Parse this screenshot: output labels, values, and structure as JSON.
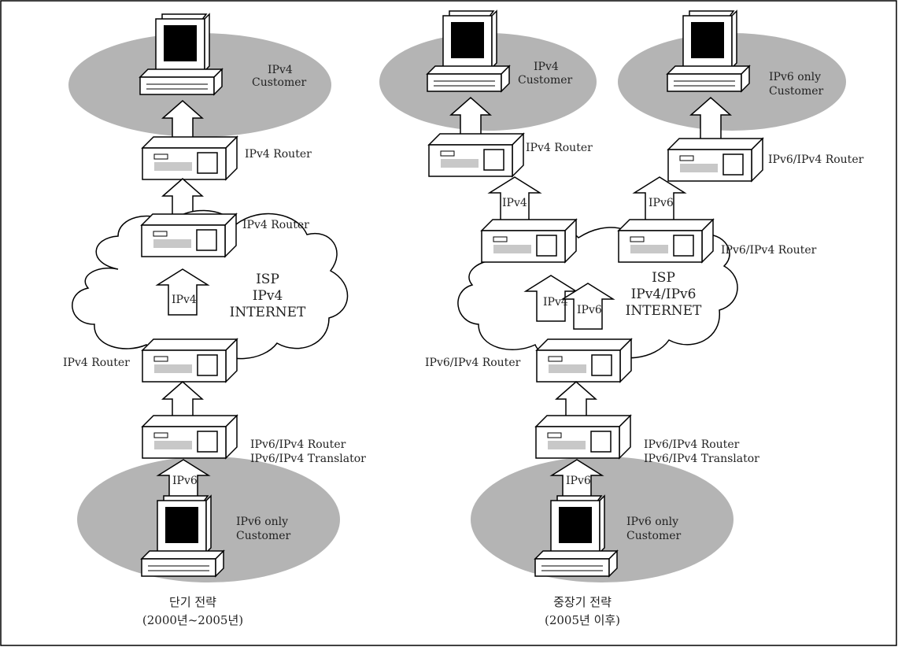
{
  "left": {
    "customer_top": [
      "IPv4",
      "Customer"
    ],
    "router_top": "IPv4 Router",
    "router_isp_top": "IPv4 Router",
    "isp": [
      "ISP",
      "IPv4",
      "INTERNET"
    ],
    "arrow_isp": "IPv4",
    "router_isp_bottom": "IPv4 Router",
    "router_bottom": [
      "IPv6/IPv4 Router",
      "IPv6/IPv4 Translator"
    ],
    "arrow_bottom": "IPv6",
    "customer_bottom": [
      "IPv6 only",
      "Customer"
    ],
    "caption": [
      "단기 전략",
      "(2000년~2005년)"
    ]
  },
  "right": {
    "customer_top_a": [
      "IPv4",
      "Customer"
    ],
    "customer_top_b": [
      "IPv6 only",
      "Customer"
    ],
    "router_top_a": "IPv4 Router",
    "router_top_b": "IPv6/IPv4 Router",
    "arrow_top_a": "IPv4",
    "arrow_top_b": "IPv6",
    "router_isp_right": "IPv6/IPv4 Router",
    "isp": [
      "ISP",
      "IPv4/IPv6",
      "INTERNET"
    ],
    "arrow_isp_a": "IPv4",
    "arrow_isp_b": "IPv6",
    "router_isp_bottom": "IPv6/IPv4 Router",
    "router_bottom": [
      "IPv6/IPv4 Router",
      "IPv6/IPv4 Translator"
    ],
    "arrow_bottom": "IPv6",
    "customer_bottom": [
      "IPv6 only",
      "Customer"
    ],
    "caption": [
      "중장기 전략",
      "(2005년 이후)"
    ]
  },
  "colors": {
    "ellipse": "#b4b4b4",
    "line": "#000000",
    "slot": "#c8c8c8",
    "screen": "#000000"
  },
  "icons": {
    "computer": "computer-icon",
    "router": "router-icon",
    "cloud": "cloud-icon",
    "arrow": "up-arrow-icon"
  }
}
